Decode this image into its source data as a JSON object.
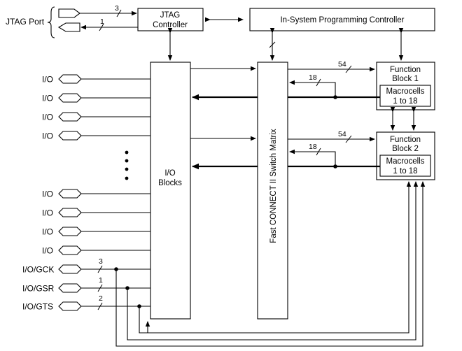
{
  "jtag_port": {
    "label": "JTAG Port",
    "bus_in": "3",
    "bus_out": "1"
  },
  "jtag_controller": {
    "line1": "JTAG",
    "line2": "Controller"
  },
  "isp_controller": {
    "label": "In-System Programming Controller"
  },
  "io_blocks": {
    "line1": "I/O",
    "line2": "Blocks"
  },
  "switch_matrix": {
    "label": "Fast CONNECT II Switch Matrix"
  },
  "function_blocks": [
    {
      "line1": "Function",
      "line2": "Block 1",
      "macro1": "Macrocells",
      "macro2": "1 to 18",
      "bus_in": "54",
      "bus_feedback": "18"
    },
    {
      "line1": "Function",
      "line2": "Block 2",
      "macro1": "Macrocells",
      "macro2": "1 to 18",
      "bus_in": "54",
      "bus_feedback": "18"
    }
  ],
  "io_pins": {
    "upper": [
      "I/O",
      "I/O",
      "I/O",
      "I/O"
    ],
    "lower": [
      "I/O",
      "I/O",
      "I/O",
      "I/O"
    ],
    "global": [
      {
        "label": "I/O/GCK",
        "width": "3"
      },
      {
        "label": "I/O/GSR",
        "width": "1"
      },
      {
        "label": "I/O/GTS",
        "width": "2"
      }
    ]
  }
}
